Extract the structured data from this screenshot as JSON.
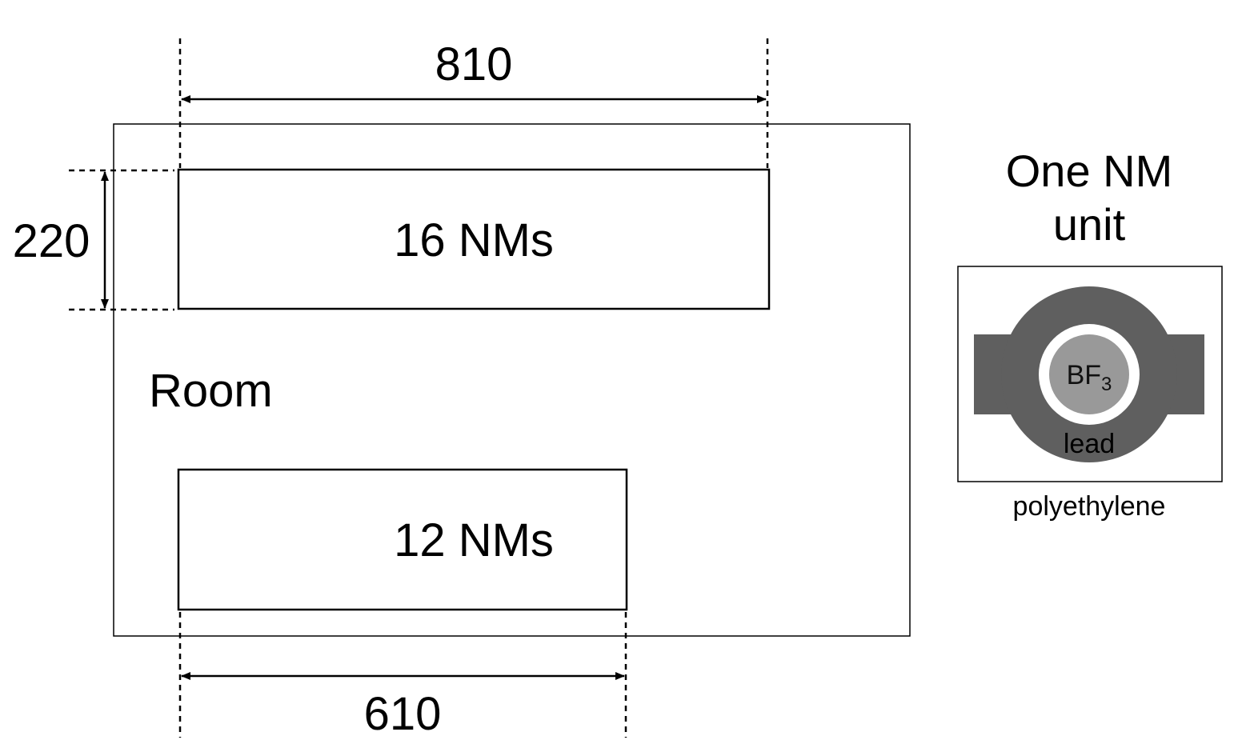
{
  "room": {
    "label": "Room"
  },
  "array_top": {
    "label": "16 NMs"
  },
  "array_bottom": {
    "label": "12 NMs"
  },
  "dimensions": {
    "top_width": "810",
    "bottom_width": "610",
    "height": "220"
  },
  "unit": {
    "title_line1": "One NM",
    "title_line2": "unit",
    "core_label": "BF",
    "core_subscript": "3",
    "shield_label": "lead",
    "moderator_label": "polyethylene"
  },
  "colors": {
    "lead": "#5f5f5f",
    "bf3": "#999999",
    "gap": "#ffffff",
    "outline": "#000000"
  }
}
